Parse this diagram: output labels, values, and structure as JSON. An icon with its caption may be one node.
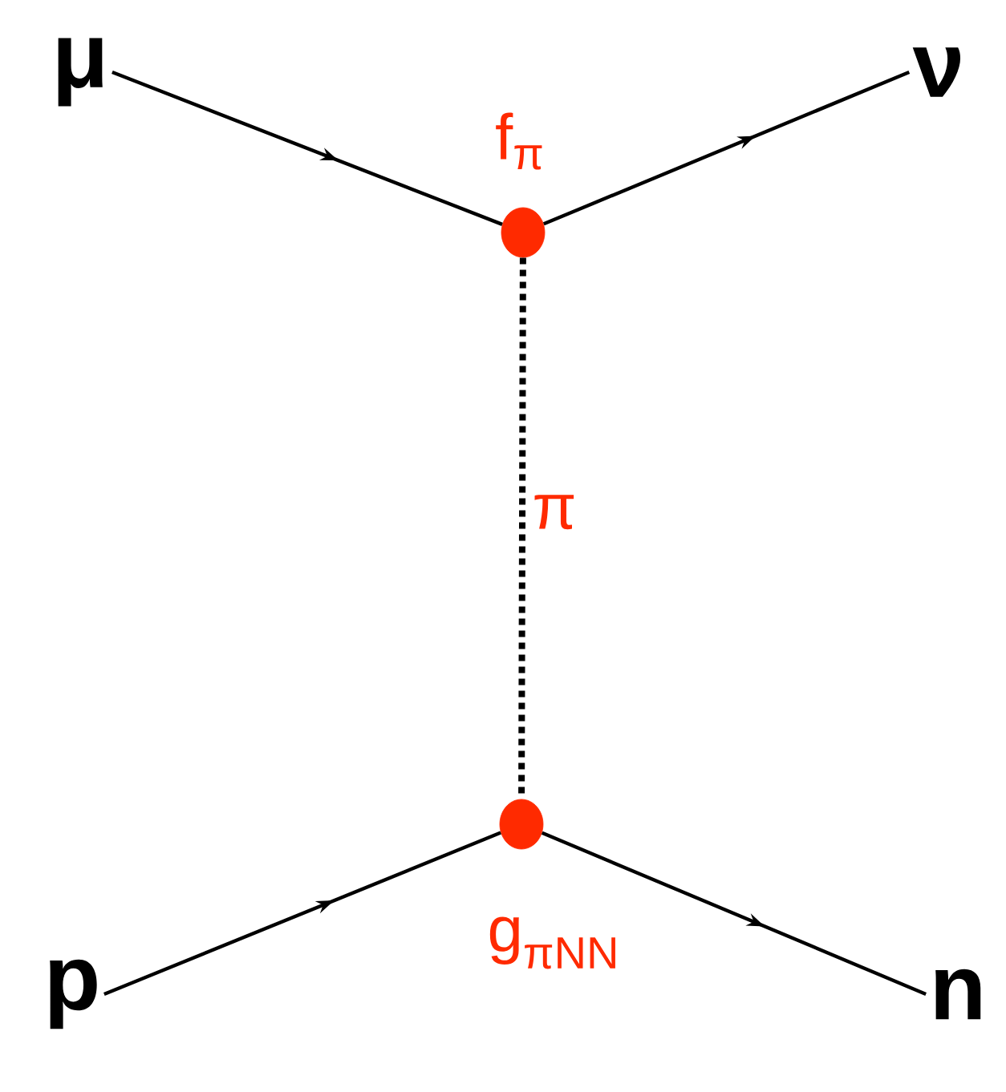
{
  "diagram": {
    "nodes": [
      {
        "text": [
          "μ"
        ]
      },
      {
        "text": [
          "ν"
        ]
      },
      {
        "text": [
          "p"
        ]
      },
      {
        "text": [
          "n"
        ]
      },
      {
        "text": [],
        "shape": "circle",
        "beside": [
          "f$_{π}$"
        ]
      },
      {
        "text": [],
        "shape": "circle",
        "beside": [
          "g$_{πNN}$"
        ]
      }
    ],
    "edges": [
      {
        "from": 0,
        "to": 4,
        "arrow": "to"
      },
      {
        "from": 4,
        "to": 1,
        "arrow": "to"
      },
      {
        "from": 4,
        "to": 5,
        "arrow": "none",
        "style": "dashed",
        "label": "π"
      },
      {
        "from": 2,
        "to": 5,
        "arrow": "to"
      },
      {
        "from": 5,
        "to": 3,
        "arrow": "to"
      }
    ]
  }
}
